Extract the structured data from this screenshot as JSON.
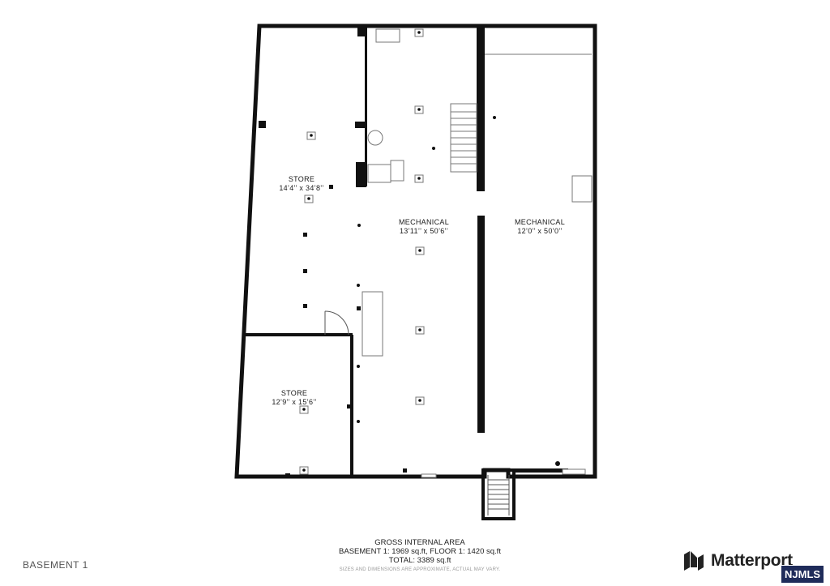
{
  "rooms": [
    {
      "name": "STORE",
      "dimensions": "14’4’’ x 34’8’’"
    },
    {
      "name": "MECHANICAL",
      "dimensions": "13’11’’ x 50’6’’"
    },
    {
      "name": "MECHANICAL",
      "dimensions": "12’0’’ x 50’0’’"
    },
    {
      "name": "STORE",
      "dimensions": "12’9’’ x 15’6’’"
    }
  ],
  "area": {
    "heading": "GROSS INTERNAL AREA",
    "breakdown": "BASEMENT 1: 1969 sq.ft, FLOOR 1: 1420 sq.ft",
    "total": "TOTAL: 3389 sq.ft",
    "disclaimer": "SIZES AND DIMENSIONS ARE APPROXIMATE, ACTUAL MAY VARY."
  },
  "floor_name": "BASEMENT 1",
  "brand": {
    "name": "Matterport",
    "logo_icon": "matterport-logo-icon"
  },
  "watermark": "NJMLS"
}
